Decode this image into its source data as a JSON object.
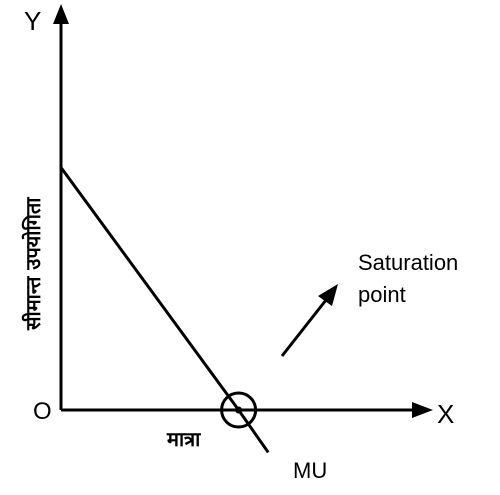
{
  "chart_data": {
    "type": "line",
    "title": "",
    "xlabel": "मात्रा",
    "ylabel": "सीमान्त उपयोगिता",
    "x_axis_letter": "X",
    "y_axis_letter": "Y",
    "origin_label": "O",
    "grid": false,
    "xlim": [
      0,
      10
    ],
    "ylim": [
      0,
      10
    ],
    "series": [
      {
        "name": "MU",
        "x": [
          0,
          4.8,
          5.6
        ],
        "y": [
          6.3,
          0,
          -1.1
        ]
      }
    ],
    "annotations": [
      {
        "text": "Saturation point",
        "lines": [
          "Saturation",
          "point"
        ],
        "marker": "circle",
        "x": 4.8,
        "y": 0
      }
    ],
    "colors": {
      "ink": "#000000",
      "background": "#ffffff"
    }
  }
}
